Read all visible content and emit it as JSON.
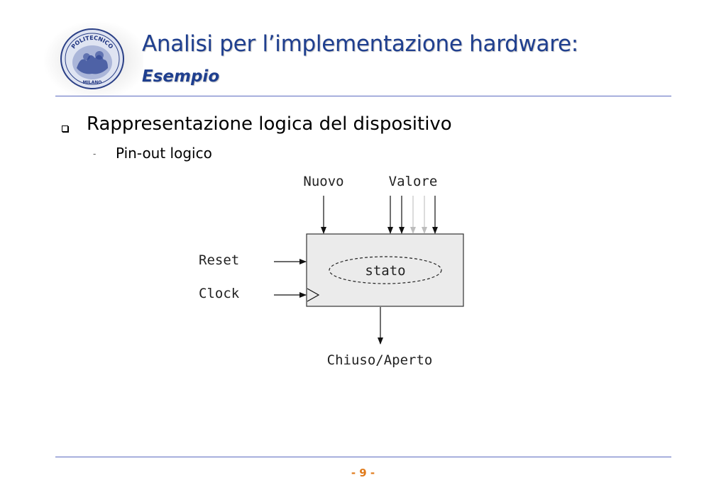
{
  "slide": {
    "title": "Analisi per l’implementazione hardware:",
    "subtitle": "Esempio",
    "bullet_main": "Rappresentazione logica del dispositivo",
    "bullet_sub": "Pin-out logico",
    "page_number": "- 9 -"
  },
  "logo": {
    "text_top": "POLITECNICO",
    "text_bottom": "MILANO"
  },
  "diagram": {
    "input_nuovo": "Nuovo",
    "input_valore": "Valore",
    "input_reset": "Reset",
    "input_clock": "Clock",
    "state_label": "stato",
    "output_label": "Chiuso/Aperto"
  },
  "colors": {
    "title": "#1f3f8f",
    "rule": "#5b6bc0",
    "page_number": "#e07a1a",
    "block_fill": "#ebebeb"
  }
}
